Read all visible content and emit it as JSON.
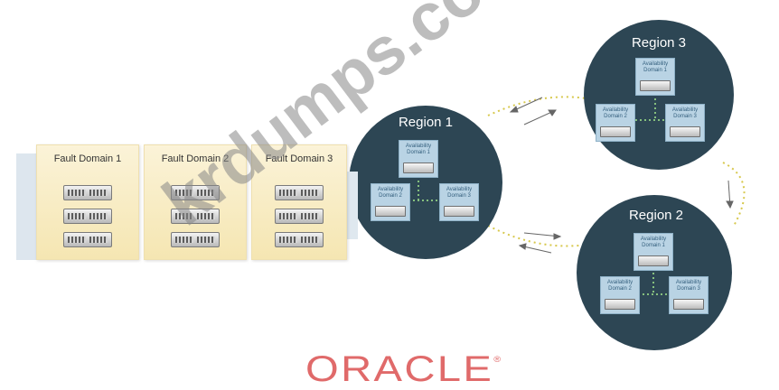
{
  "fault_domains": [
    {
      "label": "Fault Domain 1"
    },
    {
      "label": "Fault Domain 2"
    },
    {
      "label": "Fault Domain 3"
    }
  ],
  "regions": [
    {
      "title": "Region 1",
      "availability_domains": [
        {
          "label": "Availability Domain 1"
        },
        {
          "label": "Availability Domain 2"
        },
        {
          "label": "Availability Domain 3"
        }
      ]
    },
    {
      "title": "Region 2",
      "availability_domains": [
        {
          "label": "Availability Domain 1"
        },
        {
          "label": "Availability Domain 2"
        },
        {
          "label": "Availability Domain 3"
        }
      ]
    },
    {
      "title": "Region 3",
      "availability_domains": [
        {
          "label": "Availability Domain 1"
        },
        {
          "label": "Availability Domain 2"
        },
        {
          "label": "Availability Domain 3"
        }
      ]
    }
  ],
  "logo": {
    "text": "ORACLE",
    "mark": "®"
  },
  "watermark": {
    "text": "krdumps.com"
  },
  "colors": {
    "region_fill": "#2d4654",
    "fault_domain_fill": "#f7ebc0",
    "availability_domain_fill": "#b9d3e4",
    "link_dots": "#d7c84c",
    "oracle_red": "#e06a6a"
  }
}
